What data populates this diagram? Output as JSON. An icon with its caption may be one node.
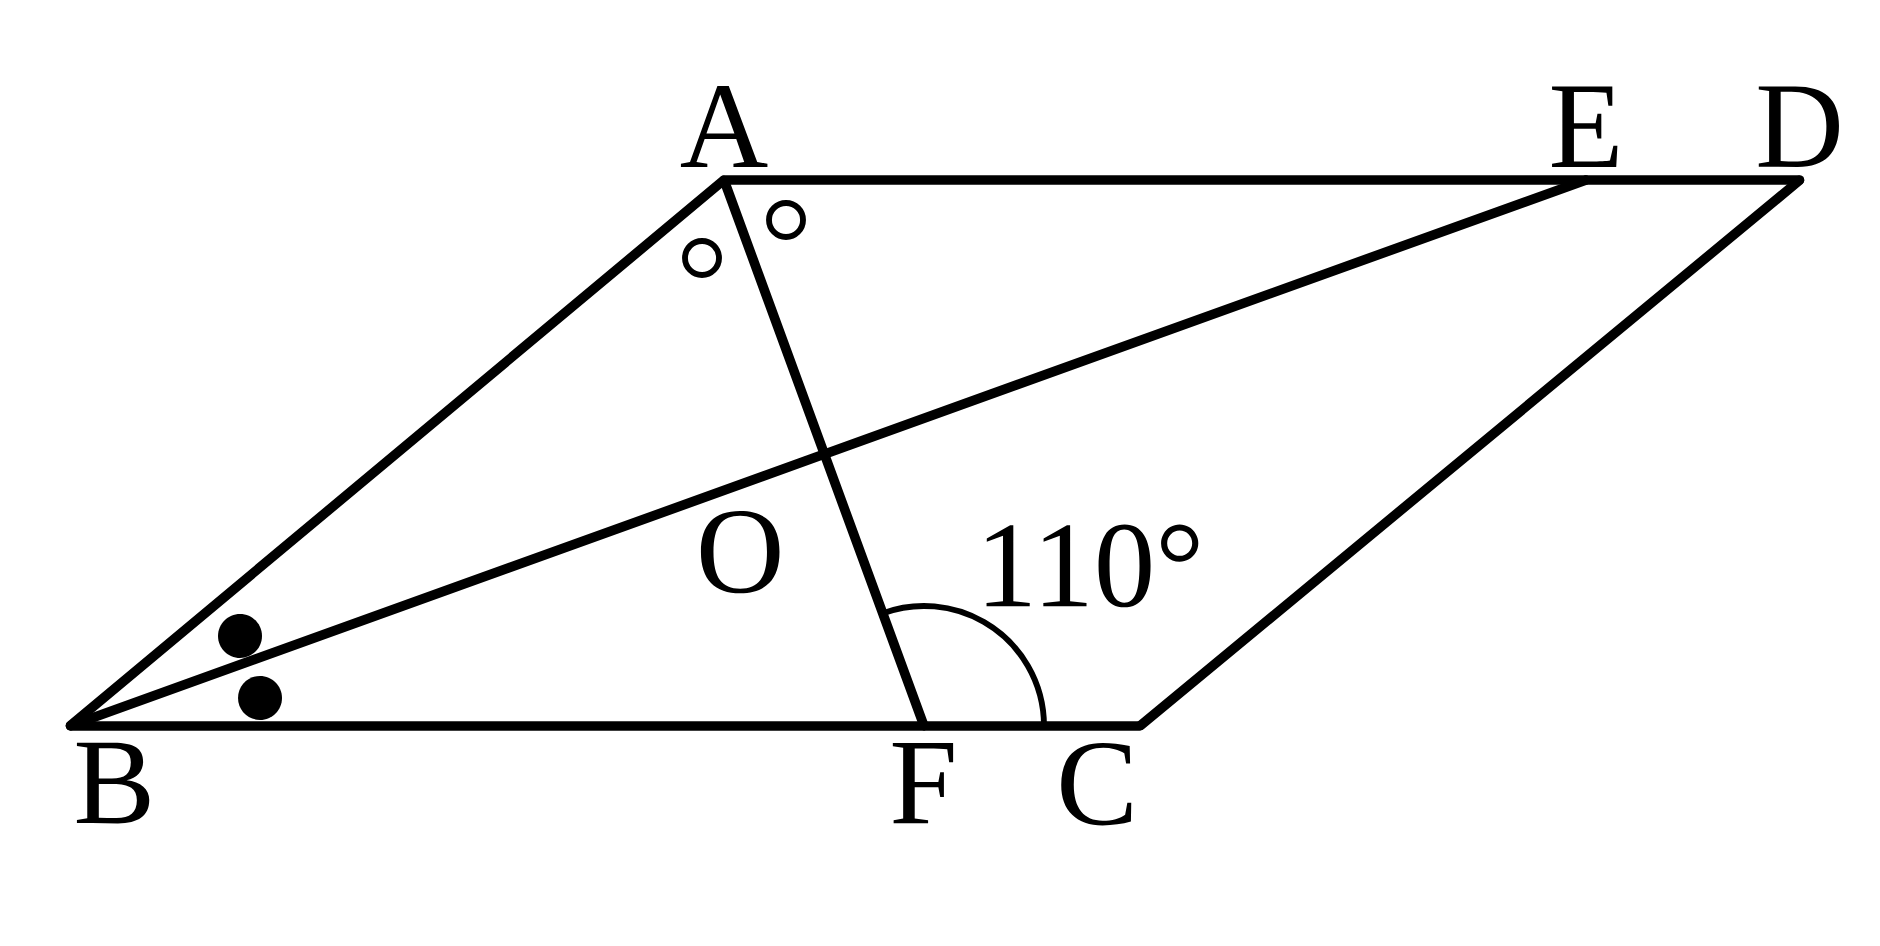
{
  "diagram": {
    "nodes": [
      {
        "text": [
          "A"
        ]
      },
      {
        "text": [
          "E"
        ]
      },
      {
        "text": [
          "D"
        ]
      },
      {
        "text": [
          "B"
        ]
      },
      {
        "text": [
          "F"
        ]
      },
      {
        "text": [
          "C"
        ]
      },
      {
        "text": [
          "O"
        ]
      }
    ],
    "edges": [
      {
        "from": 0,
        "to": 1,
        "arrow": "none"
      },
      {
        "from": 1,
        "to": 2,
        "arrow": "none"
      },
      {
        "from": 2,
        "to": 5,
        "arrow": "none"
      },
      {
        "from": 5,
        "to": 4,
        "arrow": "none"
      },
      {
        "from": 4,
        "to": 3,
        "arrow": "none"
      },
      {
        "from": 3,
        "to": 0,
        "arrow": "none"
      },
      {
        "from": 3,
        "to": 6,
        "arrow": "none"
      },
      {
        "from": 6,
        "to": 1,
        "arrow": "none"
      },
      {
        "from": 0,
        "to": 6,
        "arrow": "none"
      },
      {
        "from": 6,
        "to": 4,
        "arrow": "none"
      }
    ],
    "labels": [
      "110°"
    ]
  }
}
